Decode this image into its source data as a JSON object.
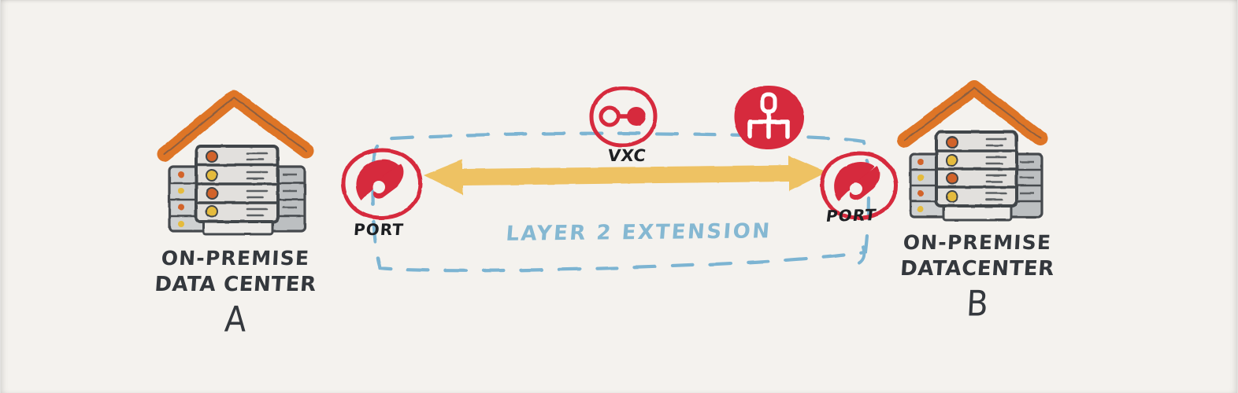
{
  "diagram": {
    "title": "Layer 2 Extension between on-premise data centers",
    "background_color": "#f4f2ee",
    "colors": {
      "red": "#d6293c",
      "orange": "#de7426",
      "yellow_arrow": "#eec264",
      "dashed_blue": "#7cb4d2",
      "label_blue": "#85b8d2",
      "ink": "#3b3f44",
      "rack_fill": "#dedcd9",
      "rack_shade": "#b9bcbe"
    }
  },
  "left_datacenter": {
    "name": "on-premise-datacenter-a",
    "caption_line1": "ON-PREMISE",
    "caption_line2": "DATA CENTER",
    "caption_line3": "A",
    "icon": "server-rack-house-icon"
  },
  "right_datacenter": {
    "name": "on-premise-datacenter-b",
    "caption_line1": "ON-PREMISE",
    "caption_line2": "DATACENTER",
    "caption_line3": "B",
    "icon": "server-rack-house-icon"
  },
  "nodes": {
    "port_left": {
      "label": "PORT",
      "icon": "gauge-icon",
      "style": "red-circle-outline"
    },
    "port_right": {
      "label": "PORT",
      "icon": "gauge-icon",
      "style": "red-circle-outline"
    },
    "vxc": {
      "label": "VXC",
      "icon": "link-connection-icon",
      "style": "red-circle-outline"
    },
    "network": {
      "label": "",
      "icon": "network-fanout-icon",
      "style": "red-circle-filled"
    }
  },
  "connection": {
    "boundary_label": "LAYER 2 EXTENSION",
    "boundary_style": "dashed-rounded-rectangle",
    "arrow_style": "double-headed",
    "arrow_color": "#eec264"
  }
}
